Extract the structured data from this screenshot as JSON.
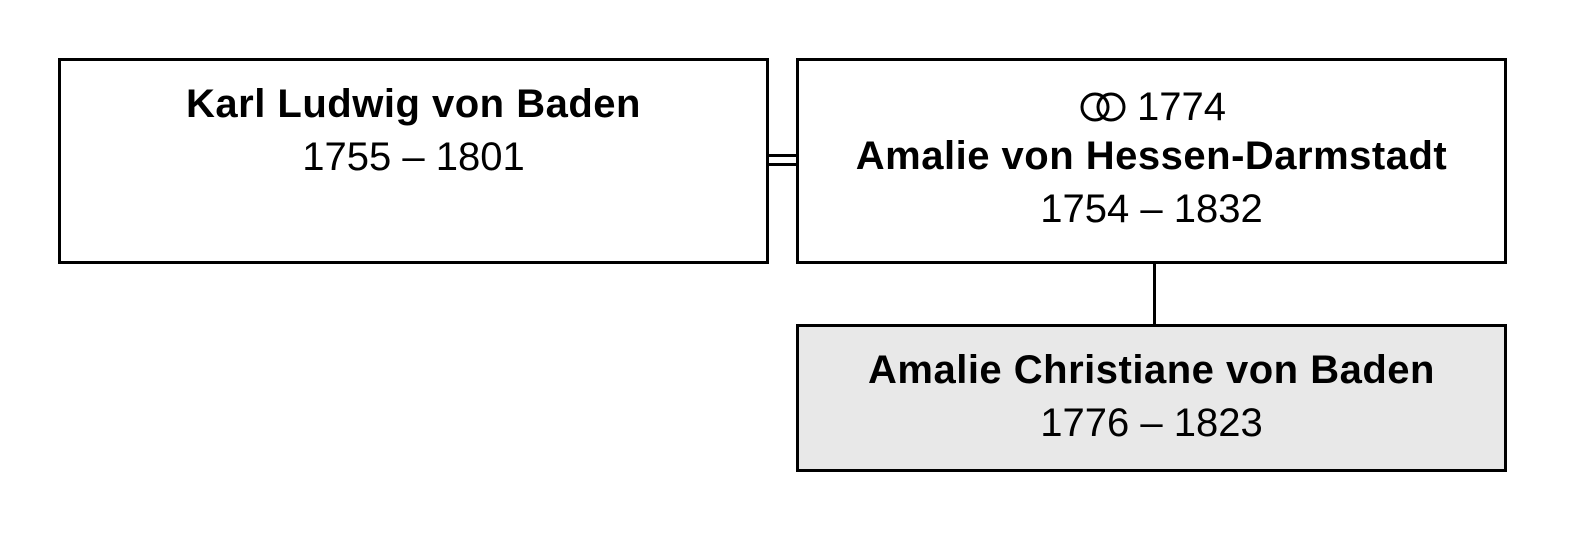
{
  "father": {
    "name": "Karl Ludwig von Baden",
    "years": "1755 – 1801"
  },
  "mother": {
    "marriage_year": "1774",
    "name": "Amalie von Hessen-Darmstadt",
    "years": "1754 – 1832"
  },
  "child": {
    "name": "Amalie Christiane von Baden",
    "years": "1776 – 1823"
  },
  "colors": {
    "border": "#000000",
    "box_fill": "#ffffff",
    "child_fill": "#e8e8e8"
  },
  "icons": {
    "marriage": "wedding-rings-icon"
  }
}
